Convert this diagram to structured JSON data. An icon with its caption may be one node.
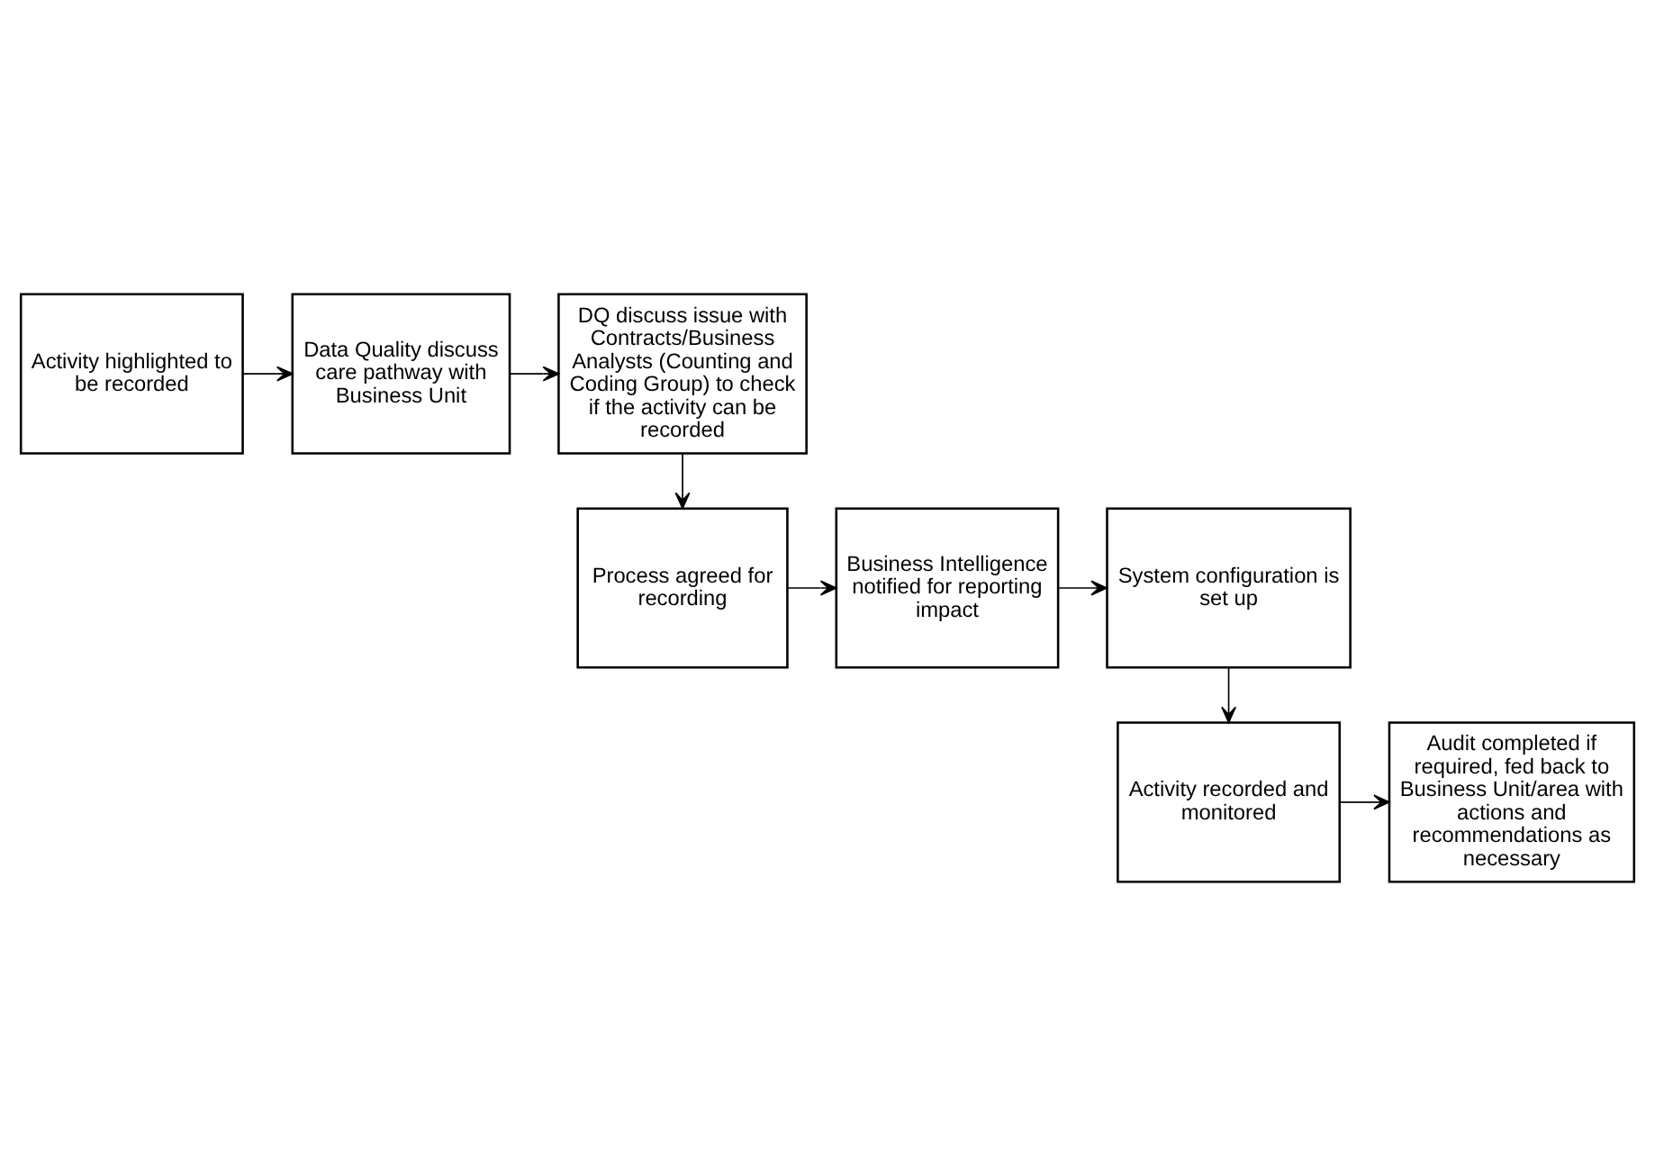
{
  "diagram": {
    "nodes": [
      {
        "text": [
          "Activity highlighted to be recorded"
        ]
      },
      {
        "text": [
          "Data Quality discuss care pathway with Business Unit"
        ]
      },
      {
        "text": [
          "DQ discuss issue with Contracts/Business Analysts (Counting and Coding Group) to check if the activity can be recorded"
        ]
      },
      {
        "text": [
          "Process agreed for recording"
        ]
      },
      {
        "text": [
          "Business Intelligence notified for reporting impact"
        ]
      },
      {
        "text": [
          "System configuration is set up"
        ]
      },
      {
        "text": [
          "Activity recorded and monitored"
        ]
      },
      {
        "text": [
          "Audit completed if required, fed back to Business Unit/area with actions and recommendations as necessary"
        ]
      }
    ],
    "edges": [
      {
        "from": 0,
        "to": 1,
        "arrow": "to"
      },
      {
        "from": 1,
        "to": 2,
        "arrow": "to"
      },
      {
        "from": 2,
        "to": 3,
        "arrow": "to"
      },
      {
        "from": 3,
        "to": 4,
        "arrow": "to"
      },
      {
        "from": 4,
        "to": 5,
        "arrow": "to"
      },
      {
        "from": 5,
        "to": 6,
        "arrow": "to"
      },
      {
        "from": 6,
        "to": 7,
        "arrow": "to"
      }
    ]
  }
}
